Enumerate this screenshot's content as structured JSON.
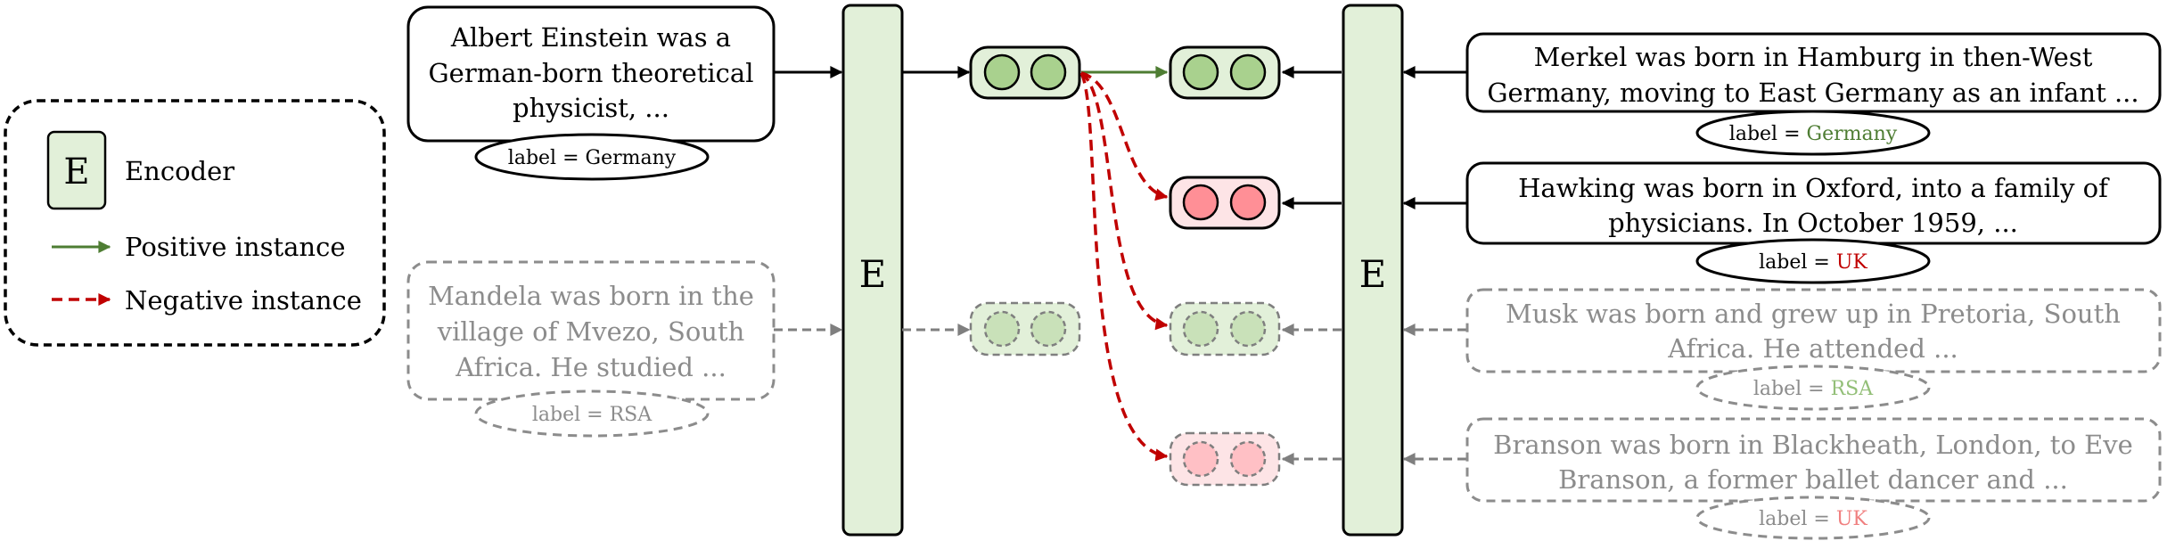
{
  "legend": {
    "encoder_symbol": "E",
    "encoder_label": "Encoder",
    "positive_label": "Positive instance",
    "negative_label": "Negative instance"
  },
  "encoders": {
    "left": "E",
    "right": "E"
  },
  "left_docs": [
    {
      "lines": [
        "Albert Einstein was a",
        "German-born theoretical",
        "physicist, ..."
      ],
      "label_prefix": "label = ",
      "label_value": "Germany"
    },
    {
      "lines": [
        "Mandela was born in the",
        "village of Mvezo, South",
        "Africa. He studied ..."
      ],
      "label_prefix": "label = ",
      "label_value": "RSA"
    }
  ],
  "right_docs": [
    {
      "lines": [
        "Merkel was born in Hamburg in then-West",
        "Germany, moving to East Germany as an infant ..."
      ],
      "label_prefix": "label = ",
      "label_value": "Germany"
    },
    {
      "lines": [
        "Hawking was born in Oxford, into a family of",
        "physicians. In October 1959, ..."
      ],
      "label_prefix": "label = ",
      "label_value": "UK"
    },
    {
      "lines": [
        "Musk was born and grew up in Pretoria, South",
        "Africa. He attended ..."
      ],
      "label_prefix": "label = ",
      "label_value": "RSA"
    },
    {
      "lines": [
        "Branson was born in Blackheath, London, to Eve",
        "Branson, a former ballet dancer and ..."
      ],
      "label_prefix": "label = ",
      "label_value": "UK"
    }
  ],
  "colors": {
    "green": "#4e7d33",
    "red": "#c00000",
    "encoder_fill": "#e2f0d9",
    "green_circle": "#a9d18e",
    "red_circle": "#ff8f96",
    "faded": "#8c8c8c"
  }
}
